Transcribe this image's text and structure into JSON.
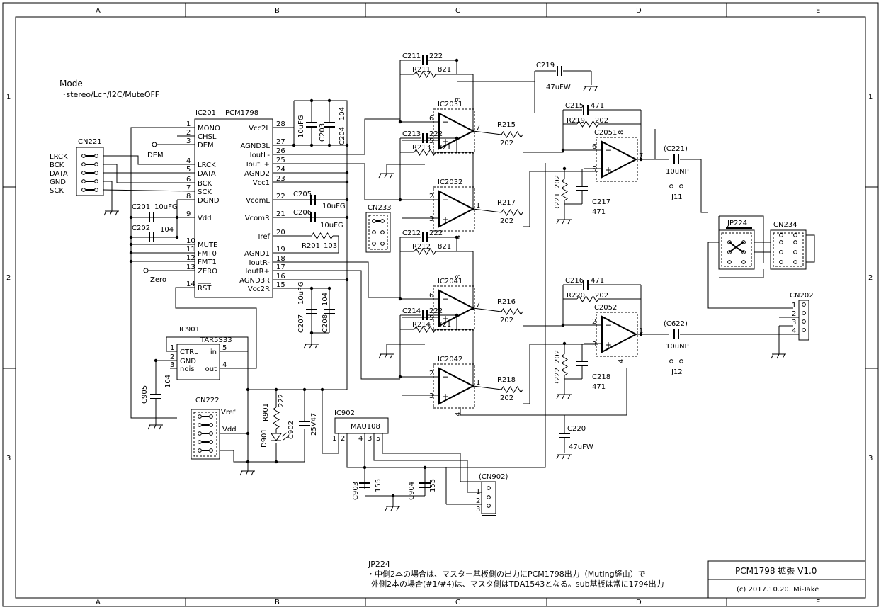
{
  "frame": {
    "columns": [
      "A",
      "B",
      "C",
      "D",
      "E"
    ],
    "rows": [
      "1",
      "2",
      "3"
    ]
  },
  "mode": {
    "title": "Mode",
    "setting": "･stereo/Lch/I2C/MuteOFF"
  },
  "pcm": {
    "ref": "IC201",
    "part": "PCM1798",
    "left_pins": [
      {
        "num": "1",
        "name": "MONO"
      },
      {
        "num": "2",
        "name": "CHSL"
      },
      {
        "num": "3",
        "name": "DEM"
      },
      {
        "num": "4",
        "name": "LRCK"
      },
      {
        "num": "5",
        "name": "DATA"
      },
      {
        "num": "6",
        "name": "BCK"
      },
      {
        "num": "7",
        "name": "SCK"
      },
      {
        "num": "8",
        "name": "DGND"
      },
      {
        "num": "9",
        "name": "Vdd"
      },
      {
        "num": "10",
        "name": "MUTE"
      },
      {
        "num": "11",
        "name": "FMT0"
      },
      {
        "num": "12",
        "name": "FMT1"
      },
      {
        "num": "13",
        "name": "ZERO"
      },
      {
        "num": "14",
        "name": "RST"
      }
    ],
    "right_pins": [
      {
        "num": "28",
        "name": "Vcc2L"
      },
      {
        "num": "27",
        "name": "AGND3L"
      },
      {
        "num": "26",
        "name": "IoutL-"
      },
      {
        "num": "25",
        "name": "IoutL+"
      },
      {
        "num": "24",
        "name": "AGND2"
      },
      {
        "num": "23",
        "name": "Vcc1"
      },
      {
        "num": "22",
        "name": "VcomL"
      },
      {
        "num": "21",
        "name": "VcomR"
      },
      {
        "num": "20",
        "name": "Iref"
      },
      {
        "num": "19",
        "name": "AGND1"
      },
      {
        "num": "18",
        "name": "IoutR-"
      },
      {
        "num": "17",
        "name": "IoutR+"
      },
      {
        "num": "16",
        "name": "AGND3R"
      },
      {
        "num": "15",
        "name": "Vcc2R"
      }
    ]
  },
  "cn221": {
    "ref": "CN221",
    "signals": [
      "LRCK",
      "BCK",
      "DATA",
      "GND",
      "SCK"
    ]
  },
  "labels": {
    "dem": "DEM",
    "zero": "Zero",
    "vref": "Vref",
    "vdd": "Vdd",
    "cn233": "CN233",
    "cn222": "CN222"
  },
  "passives": [
    {
      "ref": "C201",
      "value": "10uFG"
    },
    {
      "ref": "C202",
      "value": "104"
    },
    {
      "ref": "C203",
      "value": "10uFG"
    },
    {
      "ref": "C204",
      "value": "104"
    },
    {
      "ref": "C205",
      "value": "10uFG"
    },
    {
      "ref": "C206",
      "value": "10uFG"
    },
    {
      "ref": "R201",
      "value": "103"
    },
    {
      "ref": "C207",
      "value": "10uFG"
    },
    {
      "ref": "C208",
      "value": "104"
    },
    {
      "ref": "C905",
      "value": "104"
    },
    {
      "ref": "R901",
      "value": "222"
    },
    {
      "ref": "C902",
      "value": "25V47"
    },
    {
      "ref": "C903",
      "value": "155"
    },
    {
      "ref": "C904",
      "value": "155"
    }
  ],
  "ic901": {
    "ref": "IC901",
    "part": "TAR5S33",
    "left_pins": [
      {
        "num": "1",
        "name": "CTRL"
      },
      {
        "num": "2",
        "name": "GND"
      },
      {
        "num": "3",
        "name": "nois"
      }
    ],
    "right_pins": [
      {
        "num": "5",
        "name": "in"
      },
      {
        "num": "4",
        "name": "out"
      }
    ]
  },
  "ic902": {
    "ref": "IC902",
    "part": "MAU108",
    "pins": [
      "1",
      "2",
      "4",
      "3",
      "5"
    ]
  },
  "d901": {
    "ref": "D901"
  },
  "cn902": {
    "ref": "(CN902)",
    "pins": [
      "1",
      "2",
      "3"
    ]
  },
  "stage1": [
    {
      "ic": "IC2031",
      "cf": "C211",
      "cf_val": "222",
      "rf": "R211",
      "rf_val": "821",
      "inv": "6",
      "non": "5",
      "out": "7",
      "pwr": "8",
      "rout": "R215",
      "rout_val": "202"
    },
    {
      "ic": "IC2032",
      "cf": "C213",
      "cf_val": "222",
      "rf": "R213",
      "rf_val": "821",
      "inv": "2",
      "non": "3",
      "out": "1",
      "pwr": "4",
      "rout": "R217",
      "rout_val": "202"
    },
    {
      "ic": "IC2041",
      "cf": "C212",
      "cf_val": "222",
      "rf": "R212",
      "rf_val": "821",
      "inv": "6",
      "non": "5",
      "out": "7",
      "pwr": "8",
      "rout": "R216",
      "rout_val": "202"
    },
    {
      "ic": "IC2042",
      "cf": "C214",
      "cf_val": "222",
      "rf": "R214",
      "rf_val": "821",
      "inv": "2",
      "non": "3",
      "out": "1",
      "pwr": "4",
      "rout": "R218",
      "rout_val": "202"
    }
  ],
  "stage2": [
    {
      "ic": "IC2051",
      "cf": "C215",
      "cf_val": "471",
      "rf": "R219",
      "rf_val": "202",
      "inv": "6",
      "non": "5",
      "out": "7",
      "pwr": "8",
      "rg": "R221",
      "rg_val": "202",
      "cg": "C217",
      "cg_val": "471",
      "cout": "(C221)",
      "cout_val": "10uNP",
      "jp": "J11"
    },
    {
      "ic": "IC2052",
      "cf": "C216",
      "cf_val": "471",
      "rf": "R220",
      "rf_val": "202",
      "inv": "2",
      "non": "3",
      "out": "1",
      "pwr": "4",
      "rg": "R222",
      "rg_val": "202",
      "cg": "C218",
      "cg_val": "471",
      "cout": "(C622)",
      "cout_val": "10uNP",
      "jp": "J12"
    }
  ],
  "c219": {
    "ref": "C219",
    "value": "47uFW"
  },
  "c220": {
    "ref": "C220",
    "value": "47uFW"
  },
  "jp224": {
    "ref": "JP224"
  },
  "cn234": {
    "ref": "CN234"
  },
  "cn202": {
    "ref": "CN202",
    "pins": [
      "1",
      "2",
      "3",
      "4"
    ]
  },
  "note": {
    "title": "JP224",
    "line1": "・中側2本の場合は、マスター基板側の出力にPCM1798出力（Muting経由）で",
    "line2": "外側2本の場合(#1/#4)は、マスタ側はTDA1543となる。sub基板は常に1794出力"
  },
  "titleblock": {
    "title": "PCM1798 拡張 V1.0",
    "credit": "(c) 2017.10.20.  Mi-Take"
  }
}
